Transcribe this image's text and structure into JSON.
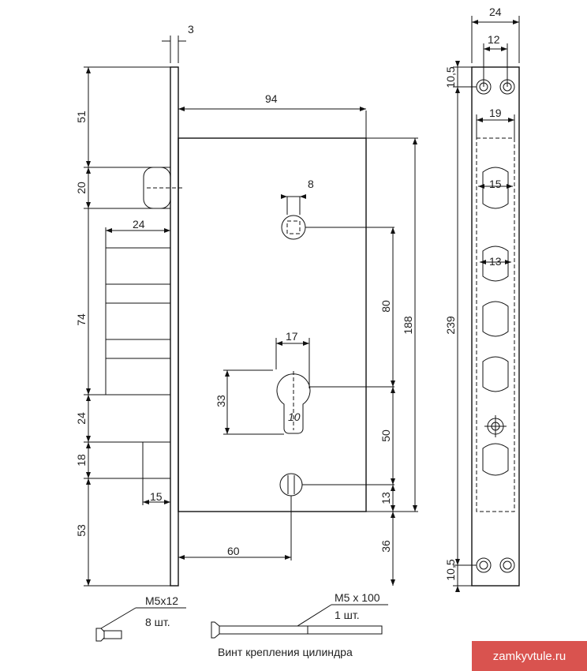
{
  "dimensions": {
    "plate_thickness": "3",
    "top_to_case": "51",
    "latch_height": "20",
    "bolt_projection": "24",
    "bolt_span": "74",
    "below_bolts": "24",
    "lower_gap": "18",
    "lower_to_bottom": "53",
    "small_offset": "15",
    "case_depth": "94",
    "spindle_square": "8",
    "spindle_to_cylinder": "80",
    "case_height": "188",
    "cylinder_width": "17",
    "cylinder_height": "33",
    "cylinder_small": "10",
    "cylinder_to_lower": "50",
    "lower_to_case_bottom": "13",
    "case_bottom_to_plate": "36",
    "backset": "60",
    "faceplate_width": "24",
    "hole_spacing": "12",
    "top_hole_offset": "10,5",
    "window_width": "19",
    "latch_hole": "15",
    "bolt_hole": "13",
    "faceplate_length": "239",
    "bottom_hole_offset": "10,5"
  },
  "screws": {
    "small_screw_spec": "M5x12",
    "small_screw_qty": "8 шт.",
    "long_screw_spec": "M5 x 100",
    "long_screw_qty": "1 шт.",
    "long_screw_caption": "Винт крепления цилиндра"
  },
  "watermark": "zamkyvtule.ru",
  "colors": {
    "line": "#111111",
    "watermark_bg": "#d9534f"
  }
}
